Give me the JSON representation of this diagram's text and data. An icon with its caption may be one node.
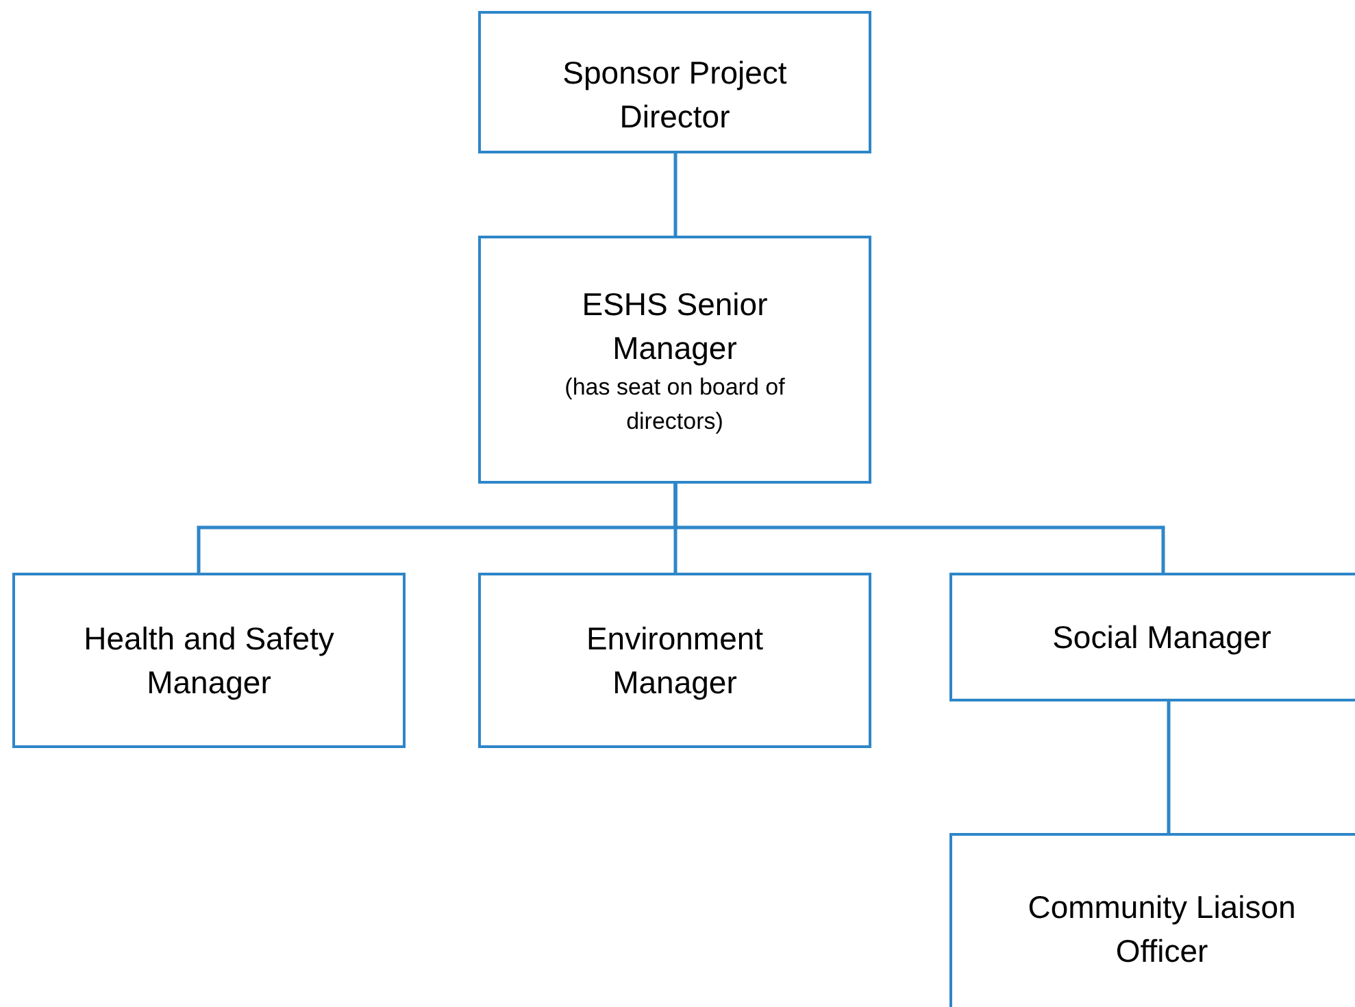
{
  "diagram": {
    "nodes": [
      {
        "text": [
          "Sponsor Project Director"
        ]
      },
      {
        "text": [
          "ESHS Senior Manager",
          "(has seat on board of directors)"
        ]
      },
      {
        "text": [
          "Health and Safety Manager"
        ]
      },
      {
        "text": [
          "Environment Manager"
        ]
      },
      {
        "text": [
          "Social Manager"
        ]
      },
      {
        "text": [
          "Community Liaison Officer"
        ]
      }
    ],
    "edges": [
      {
        "from": 0,
        "to": 1,
        "arrow": "none"
      },
      {
        "from": 1,
        "to": 2,
        "arrow": "none"
      },
      {
        "from": 1,
        "to": 3,
        "arrow": "none"
      },
      {
        "from": 1,
        "to": 4,
        "arrow": "none"
      },
      {
        "from": 4,
        "to": 5,
        "arrow": "none"
      }
    ]
  }
}
